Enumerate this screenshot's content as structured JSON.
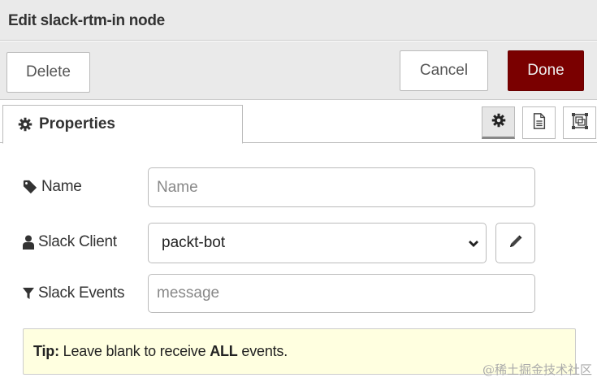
{
  "window": {
    "title": "Edit slack-rtm-in node"
  },
  "toolbar": {
    "delete_label": "Delete",
    "cancel_label": "Cancel",
    "done_label": "Done",
    "done_color": "#7a0000"
  },
  "tabs": {
    "properties_label": "Properties",
    "icon_tabs": [
      {
        "icon": "gear-icon",
        "active": true
      },
      {
        "icon": "document-icon",
        "active": false
      },
      {
        "icon": "frame-icon",
        "active": false
      }
    ]
  },
  "form": {
    "name": {
      "label": "Name",
      "icon": "tag-icon",
      "value": "",
      "placeholder": "Name"
    },
    "slack_client": {
      "label": "Slack Client",
      "icon": "user-icon",
      "selected": "packt-bot"
    },
    "slack_events": {
      "label": "Slack Events",
      "icon": "filter-icon",
      "value": "",
      "placeholder": "message"
    }
  },
  "tip": {
    "prefix": "Tip:",
    "text_before": " Leave blank to receive ",
    "emphasis": "ALL",
    "text_after": " events.",
    "background": "#ffffe0"
  },
  "watermark": "@稀土掘金技术社区"
}
